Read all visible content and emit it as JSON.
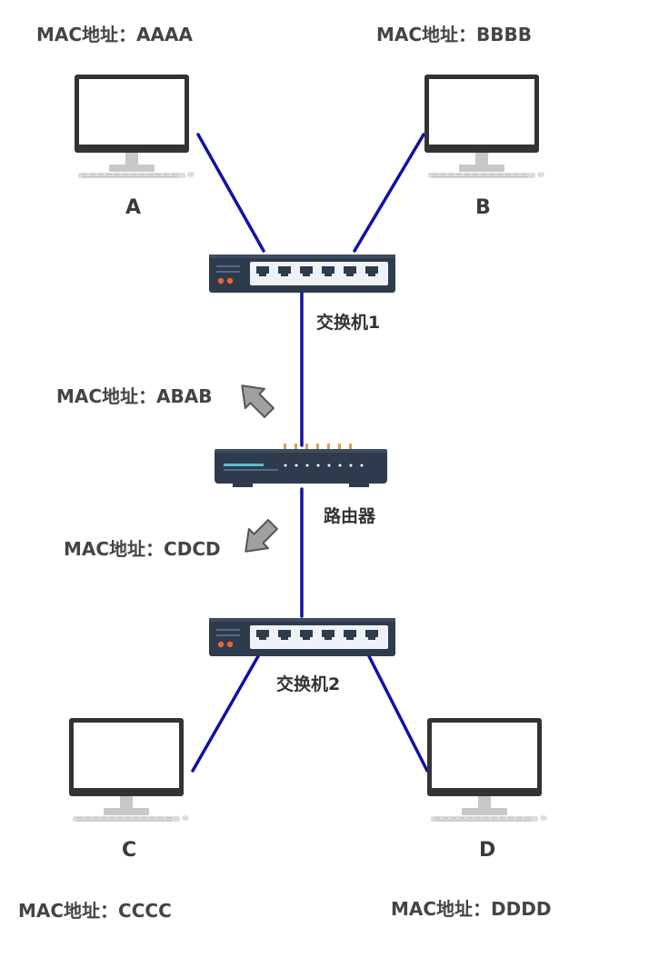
{
  "colors": {
    "link": "#1010a8",
    "device_body": "#2d3b4d",
    "device_panel": "#eef2f7",
    "port": "#2d3b4d",
    "led_orange": "#e8682a",
    "led_amber": "#e0a040",
    "arrow_fill": "#a0a0a0",
    "arrow_stroke": "#555555",
    "monitor_frame": "#333333",
    "monitor_stand": "#c8c8c8"
  },
  "hosts": {
    "a": {
      "name": "A",
      "mac": "MAC地址：AAAA",
      "icon": "desktop-computer-icon"
    },
    "b": {
      "name": "B",
      "mac": "MAC地址：BBBB",
      "icon": "desktop-computer-icon"
    },
    "c": {
      "name": "C",
      "mac": "MAC地址：CCCC",
      "icon": "desktop-computer-icon"
    },
    "d": {
      "name": "D",
      "mac": "MAC地址：DDDD",
      "icon": "desktop-computer-icon"
    }
  },
  "switch1": {
    "label": "交换机1",
    "icon": "network-switch-icon"
  },
  "switch2": {
    "label": "交换机2",
    "icon": "network-switch-icon"
  },
  "router": {
    "label": "路由器",
    "icon": "router-icon",
    "mac_upper": "MAC地址：ABAB",
    "mac_lower": "MAC地址：CDCD"
  }
}
